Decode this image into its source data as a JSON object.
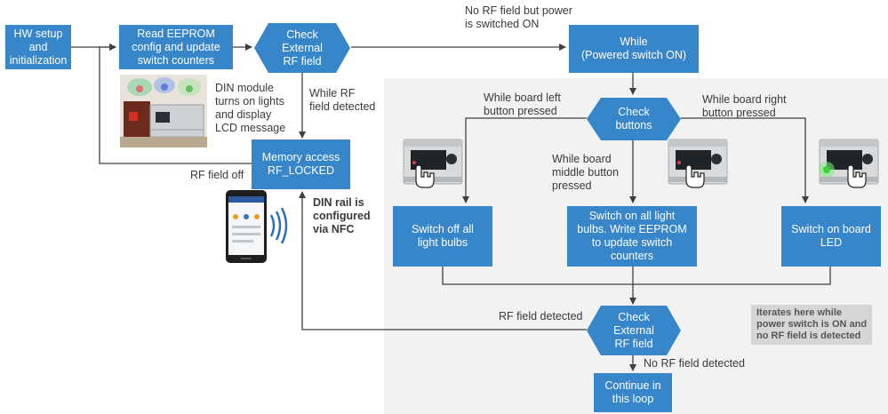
{
  "colors": {
    "box": "#3686c9",
    "arrow": "#404040",
    "panel": "#f2f2f2",
    "note_bg": "#d6d6d6"
  },
  "nodes": {
    "hw_setup": "HW setup\nand\ninitialization",
    "read_eeprom": "Read EEPROM\nconfig and update\nswitch counters",
    "check_rf_top": "Check\nExternal\nRF field",
    "while_powered": "While\n(Powered switch ON)",
    "memory_access": "Memory access\nRF_LOCKED",
    "check_buttons": "Check\nbuttons",
    "switch_off": "Switch off all\nlight bulbs",
    "switch_on": "Switch on all light\nbulbs. Write EEPROM\nto update switch\ncounters",
    "switch_led": "Switch on board\nLED",
    "check_rf_bottom": "Check\nExternal\nRF field",
    "continue_loop": "Continue in\nthis loop"
  },
  "labels": {
    "no_rf_power_on": "No RF field but power\nis switched ON",
    "din_module": "DIN module\nturns on lights\nand display\nLCD message",
    "while_rf_detected": "While RF\nfield detected",
    "rf_field_off": "RF field off",
    "left_pressed": "While board left\nbutton pressed",
    "right_pressed": "While board right\nbutton pressed",
    "middle_pressed": "While board\nmiddle button\npressed",
    "din_nfc": "DIN rail is\nconfigured\nvia NFC",
    "rf_detected_bottom": "RF field detected",
    "no_rf_detected": "No RF field detected",
    "iterates_note": "Iterates here while\npower switch is ON and\nno RF field is detected"
  }
}
